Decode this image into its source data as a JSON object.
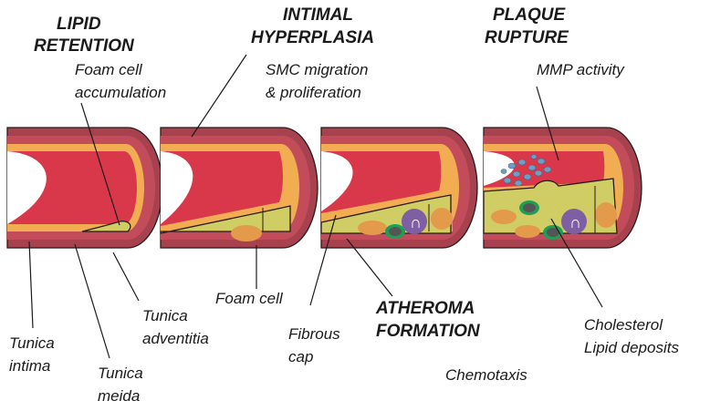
{
  "stages": [
    {
      "title_line1": "LIPID",
      "title_line2": "RETENTION",
      "subtitle_line1": "Foam cell",
      "subtitle_line2": "accumulation"
    },
    {
      "title_line1": "INTIMAL",
      "title_line2": "HYPERPLASIA",
      "subtitle_line1": "SMC migration",
      "subtitle_line2": "& proliferation"
    },
    {
      "title_line1": "PLAQUE",
      "title_line2": "RUPTURE",
      "subtitle_line1": "MMP activity",
      "subtitle_line2": ""
    }
  ],
  "labels": {
    "tunica_intima_1": "Tunica",
    "tunica_intima_2": "intima",
    "tunica_media_1": "Tunica",
    "tunica_media_2": "meida",
    "tunica_adventitia_1": "Tunica",
    "tunica_adventitia_2": "adventitia",
    "foam_cell": "Foam cell",
    "fibrous_cap_1": "Fibrous",
    "fibrous_cap_2": "cap",
    "atheroma_1": "ATHEROMA",
    "atheroma_2": "FORMATION",
    "chemotaxis": "Chemotaxis",
    "cholesterol": "Cholesterol",
    "lipid_deposits": "Lipid deposits"
  },
  "colors": {
    "lumen": "#d9374a",
    "lumen_shade": "#b02838",
    "intima": "#f2ad52",
    "media": "#c24c5a",
    "adventitia": "#a8414e",
    "plaque": "#cfcd63",
    "smc": "#e39a4a",
    "macrophage": "#7e5fa3",
    "cholesterol_ring": "#1f9e58",
    "particles": "#6f9ec5"
  }
}
